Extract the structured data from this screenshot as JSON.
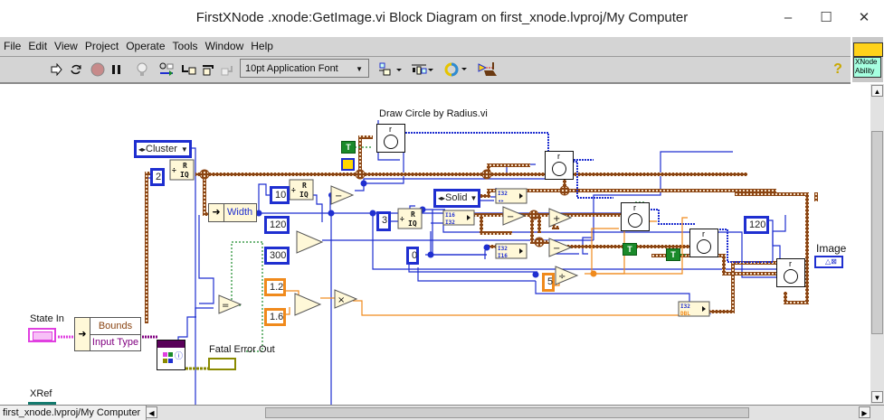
{
  "window": {
    "title": "FirstXNode .xnode:GetImage.vi Block Diagram on first_xnode.lvproj/My Computer",
    "minimize": "–",
    "maximize": "☐",
    "close": "✕"
  },
  "menu": [
    "File",
    "Edit",
    "View",
    "Project",
    "Operate",
    "Tools",
    "Window",
    "Help"
  ],
  "toolbar": {
    "font_select": "10pt Application Font",
    "icons": [
      "run-arrow-icon",
      "run-continuously-icon",
      "abort-icon",
      "pause-icon",
      "highlight-execution-icon",
      "retain-wire-values-icon",
      "step-into-icon",
      "step-over-icon",
      "step-out-icon",
      "align-objects-icon",
      "distribute-objects-icon",
      "reorder-icon",
      "cleanup-diagram-icon",
      "context-help-icon"
    ],
    "help_glyph": "?"
  },
  "xnode_badge": {
    "line1": "XNode",
    "line2": "Ability"
  },
  "diagram": {
    "labels": {
      "draw_circle": "Draw Circle by Radius.vi",
      "state_in": "State In",
      "fatal_error_out": "Fatal Error Out",
      "image": "Image",
      "xref": "XRef"
    },
    "constants": {
      "cluster_enum": "Cluster",
      "two": "2",
      "ten": "10",
      "one_twenty_a": "120",
      "three_hundred": "300",
      "three": "3",
      "zero": "0",
      "solid_enum": "Solid",
      "one_point_two": "1.2",
      "one_point_six": "1.6",
      "five": "5",
      "one_twenty_b": "120",
      "true_glyph": "T"
    },
    "unbundle_width": "Width",
    "unbundle_state": [
      "Bounds",
      "Input Type"
    ],
    "type_tags": {
      "i32": "I32",
      "i16": "I16",
      "dbl": "DBL"
    }
  },
  "status_bar": {
    "path": "first_xnode.lvproj/My Computer"
  },
  "colors": {
    "int_wire": "#1f2fd0",
    "cluster_wire": "#8b4513",
    "dbl_wire": "#f08a1c",
    "bool_wire": "#1a8a2a",
    "toolbar_bg": "#d4d4d4"
  }
}
